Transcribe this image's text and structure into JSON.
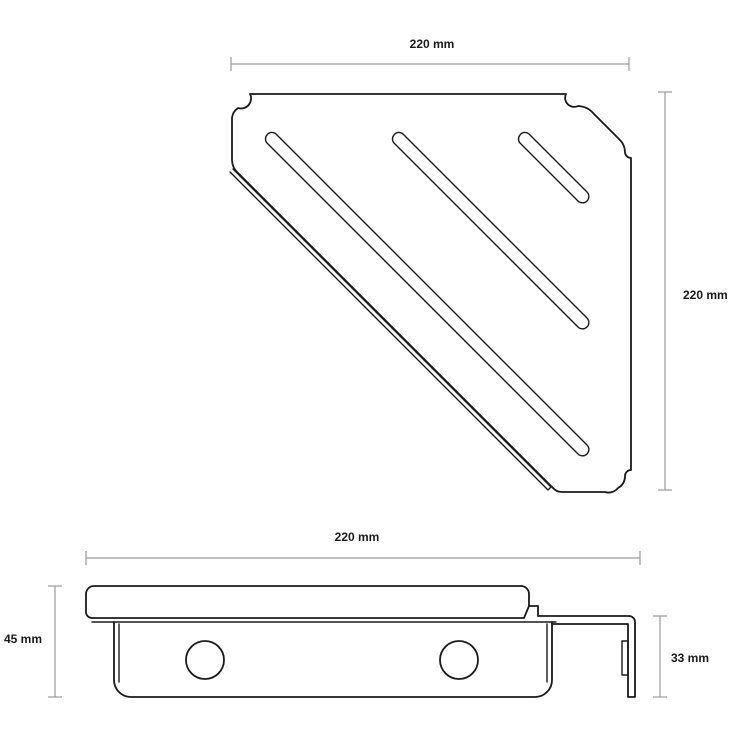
{
  "top_view": {
    "width_label": "220 mm",
    "depth_label": "220 mm"
  },
  "side_view": {
    "width_label": "220 mm",
    "height_label": "45 mm",
    "bracket_height_label": "33 mm"
  },
  "colors": {
    "outline": "#1a1a1a",
    "dimension_line": "#9a9a9a"
  }
}
